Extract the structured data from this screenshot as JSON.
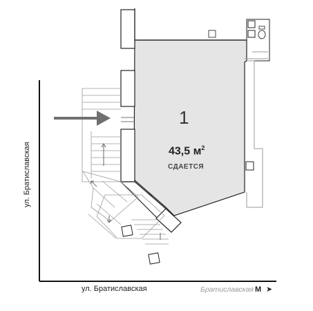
{
  "streets": {
    "left": "ул. Братиславская",
    "bottom": "ул. Братиславская"
  },
  "metro": {
    "station": "Братиславская",
    "icon": "М",
    "arrow": "➤"
  },
  "room": {
    "number": "1",
    "area": "43,5 м",
    "area_unit_sup": "2",
    "status": "СДАЕТСЯ"
  },
  "colors": {
    "room_fill": "#e5e5e5",
    "wall": "#222222",
    "thin_line": "#9a9a9a",
    "entrance_arrow": "#707070",
    "metro_text": "#9a9a9a"
  },
  "icons": {
    "entrance": "entrance-arrow-icon",
    "toilet": "toilet-icon",
    "sink": "sink-icon"
  }
}
